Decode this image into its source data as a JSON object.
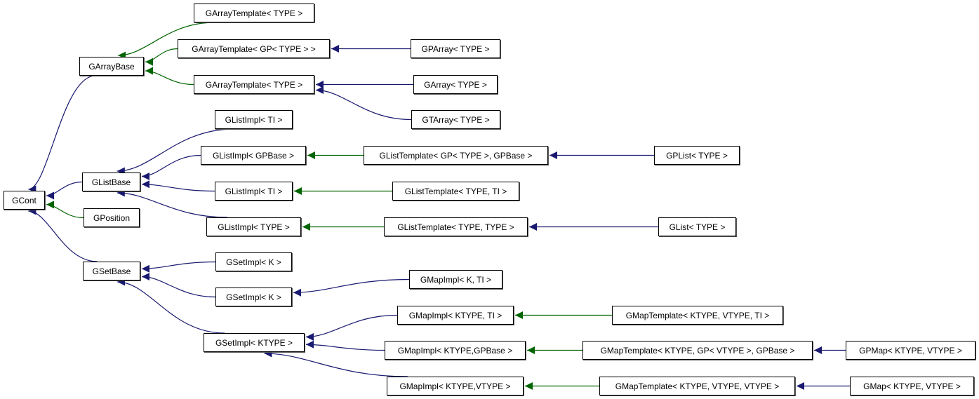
{
  "diagram": {
    "type": "class-inheritance-graph",
    "colors": {
      "public_inheritance": "#191970",
      "template_instantiation": "#006400"
    },
    "nodes": {
      "GCont": "GCont",
      "GArrayBase": "GArrayBase",
      "GListBase": "GListBase",
      "GPosition": "GPosition",
      "GSetBase": "GSetBase",
      "GArrayTemplate_TYPE_a": "GArrayTemplate< TYPE >",
      "GArrayTemplate_GP": "GArrayTemplate< GP< TYPE > >",
      "GArrayTemplate_TYPE_b": "GArrayTemplate< TYPE >",
      "GPArray": "GPArray< TYPE >",
      "GArray": "GArray< TYPE >",
      "GTArray": "GTArray< TYPE >",
      "GListImpl_TI_a": "GListImpl< TI >",
      "GListImpl_GPBase": "GListImpl< GPBase >",
      "GListImpl_TI_b": "GListImpl< TI >",
      "GListImpl_TYPE": "GListImpl< TYPE >",
      "GListTemplate_GP": "GListTemplate< GP< TYPE >, GPBase >",
      "GListTemplate_TI": "GListTemplate< TYPE, TI >",
      "GListTemplate_TYPE": "GListTemplate< TYPE, TYPE >",
      "GPList": "GPList< TYPE >",
      "GList": "GList< TYPE >",
      "GSetImpl_K_a": "GSetImpl< K >",
      "GSetImpl_K_b": "GSetImpl< K >",
      "GSetImpl_KTYPE": "GSetImpl< KTYPE >",
      "GMapImpl_K_TI": "GMapImpl< K, TI >",
      "GMapImpl_KTYPE_TI": "GMapImpl< KTYPE, TI >",
      "GMapImpl_KTYPE_GPBase": "GMapImpl< KTYPE,GPBase >",
      "GMapImpl_KTYPE_VTYPE": "GMapImpl< KTYPE,VTYPE >",
      "GMapTemplate_TI": "GMapTemplate< KTYPE, VTYPE, TI >",
      "GMapTemplate_GP": "GMapTemplate< KTYPE, GP< VTYPE >, GPBase >",
      "GMapTemplate_VTYPE": "GMapTemplate< KTYPE, VTYPE, VTYPE >",
      "GPMap": "GPMap< KTYPE, VTYPE >",
      "GMap": "GMap< KTYPE, VTYPE >"
    },
    "edges": [
      {
        "from": "GArrayBase",
        "to": "GCont",
        "kind": "public_inheritance"
      },
      {
        "from": "GListBase",
        "to": "GCont",
        "kind": "public_inheritance"
      },
      {
        "from": "GPosition",
        "to": "GCont",
        "kind": "template_instantiation"
      },
      {
        "from": "GSetBase",
        "to": "GCont",
        "kind": "public_inheritance"
      },
      {
        "from": "GArrayTemplate_TYPE_a",
        "to": "GArrayBase",
        "kind": "template_instantiation"
      },
      {
        "from": "GArrayTemplate_GP",
        "to": "GArrayBase",
        "kind": "template_instantiation"
      },
      {
        "from": "GArrayTemplate_TYPE_b",
        "to": "GArrayBase",
        "kind": "template_instantiation"
      },
      {
        "from": "GPArray",
        "to": "GArrayTemplate_GP",
        "kind": "public_inheritance"
      },
      {
        "from": "GArray",
        "to": "GArrayTemplate_TYPE_b",
        "kind": "public_inheritance"
      },
      {
        "from": "GTArray",
        "to": "GArrayTemplate_TYPE_b",
        "kind": "public_inheritance"
      },
      {
        "from": "GListImpl_TI_a",
        "to": "GListBase",
        "kind": "public_inheritance"
      },
      {
        "from": "GListImpl_GPBase",
        "to": "GListBase",
        "kind": "public_inheritance"
      },
      {
        "from": "GListImpl_TI_b",
        "to": "GListBase",
        "kind": "public_inheritance"
      },
      {
        "from": "GListImpl_TYPE",
        "to": "GListBase",
        "kind": "public_inheritance"
      },
      {
        "from": "GListTemplate_GP",
        "to": "GListImpl_GPBase",
        "kind": "template_instantiation"
      },
      {
        "from": "GListTemplate_TI",
        "to": "GListImpl_TI_b",
        "kind": "template_instantiation"
      },
      {
        "from": "GListTemplate_TYPE",
        "to": "GListImpl_TYPE",
        "kind": "template_instantiation"
      },
      {
        "from": "GPList",
        "to": "GListTemplate_GP",
        "kind": "public_inheritance"
      },
      {
        "from": "GList",
        "to": "GListTemplate_TYPE",
        "kind": "public_inheritance"
      },
      {
        "from": "GSetImpl_K_a",
        "to": "GSetBase",
        "kind": "public_inheritance"
      },
      {
        "from": "GSetImpl_K_b",
        "to": "GSetBase",
        "kind": "public_inheritance"
      },
      {
        "from": "GSetImpl_KTYPE",
        "to": "GSetBase",
        "kind": "public_inheritance"
      },
      {
        "from": "GMapImpl_K_TI",
        "to": "GSetImpl_K_b",
        "kind": "public_inheritance"
      },
      {
        "from": "GMapImpl_KTYPE_TI",
        "to": "GSetImpl_KTYPE",
        "kind": "public_inheritance"
      },
      {
        "from": "GMapImpl_KTYPE_GPBase",
        "to": "GSetImpl_KTYPE",
        "kind": "public_inheritance"
      },
      {
        "from": "GMapImpl_KTYPE_VTYPE",
        "to": "GSetImpl_KTYPE",
        "kind": "public_inheritance"
      },
      {
        "from": "GMapTemplate_TI",
        "to": "GMapImpl_KTYPE_TI",
        "kind": "template_instantiation"
      },
      {
        "from": "GMapTemplate_GP",
        "to": "GMapImpl_KTYPE_GPBase",
        "kind": "template_instantiation"
      },
      {
        "from": "GMapTemplate_VTYPE",
        "to": "GMapImpl_KTYPE_VTYPE",
        "kind": "template_instantiation"
      },
      {
        "from": "GPMap",
        "to": "GMapTemplate_GP",
        "kind": "public_inheritance"
      },
      {
        "from": "GMap",
        "to": "GMapTemplate_VTYPE",
        "kind": "public_inheritance"
      }
    ]
  }
}
